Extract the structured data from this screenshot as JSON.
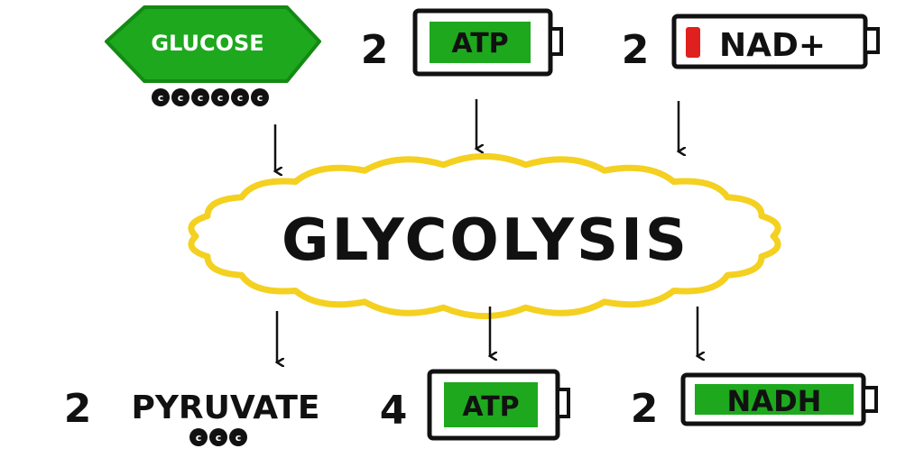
{
  "colors": {
    "green": "#1ea81e",
    "green_dark": "#138a13",
    "yellow": "#f4d020",
    "red": "#e0201e",
    "ink": "#111111"
  },
  "inputs": {
    "glucose": {
      "label": "GLUCOSE",
      "carbon_symbol": "c",
      "carbon_count": 6
    },
    "atp": {
      "count": "2",
      "label": "ATP"
    },
    "nad": {
      "count": "2",
      "label": "NAD+"
    }
  },
  "process": {
    "label": "GLYCOLYSIS"
  },
  "outputs": {
    "pyruvate": {
      "count": "2",
      "label": "PYRUVATE",
      "carbon_symbol": "c",
      "carbon_count": 3
    },
    "atp": {
      "count": "4",
      "label": "ATP"
    },
    "nadh": {
      "count": "2",
      "label": "NADH"
    }
  }
}
